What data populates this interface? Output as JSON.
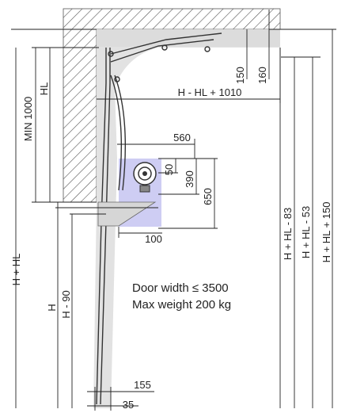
{
  "dimensions": {
    "h_plus_hl": "H + HL",
    "min_1000": "MIN 1000",
    "hl": "HL",
    "h": "H",
    "h_minus_90": "H - 90",
    "d150_top": "150",
    "d160": "160",
    "h_minus_hl_plus_1010": "H - HL + 1010",
    "d560": "560",
    "d50": "50",
    "d390": "390",
    "d650": "650",
    "d100": "100",
    "h_plus_hl_minus_83": "H + HL - 83",
    "h_plus_hl_minus_53": "H + HL - 53",
    "h_plus_hl_plus_150": "H + HL + 150",
    "d155": "155",
    "d35": "35"
  },
  "notes": {
    "door_width": "Door width ≤ 3500",
    "max_weight": "Max weight 200 kg"
  },
  "colors": {
    "wall_hatch": "#555555",
    "door_area": "#e2e2e2",
    "motor_box": "#c9c8f2",
    "line": "#222222"
  }
}
